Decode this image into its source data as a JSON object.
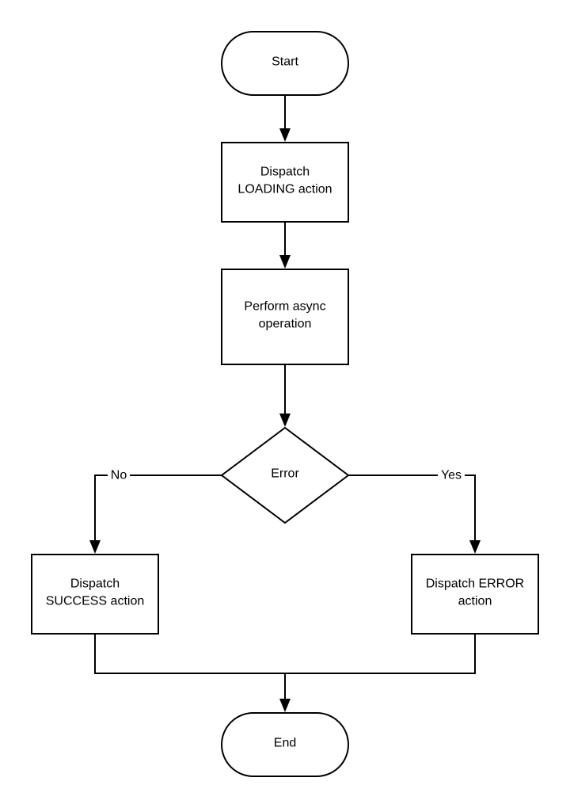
{
  "flowchart": {
    "nodes": {
      "start": {
        "shape": "terminator",
        "lines": [
          "Start"
        ]
      },
      "dispatch_loading": {
        "shape": "process",
        "lines": [
          "Dispatch",
          "LOADING action"
        ]
      },
      "perform_async": {
        "shape": "process",
        "lines": [
          "Perform async",
          "operation"
        ]
      },
      "error_decision": {
        "shape": "decision",
        "lines": [
          "Error"
        ]
      },
      "dispatch_success": {
        "shape": "process",
        "lines": [
          "Dispatch",
          "SUCCESS action"
        ]
      },
      "dispatch_error": {
        "shape": "process",
        "lines": [
          "Dispatch ERROR",
          "action"
        ]
      },
      "end": {
        "shape": "terminator",
        "lines": [
          "End"
        ]
      }
    },
    "edges": [
      {
        "from": "start",
        "to": "dispatch_loading",
        "label": ""
      },
      {
        "from": "dispatch_loading",
        "to": "perform_async",
        "label": ""
      },
      {
        "from": "perform_async",
        "to": "error_decision",
        "label": ""
      },
      {
        "from": "error_decision",
        "to": "dispatch_success",
        "label": "No"
      },
      {
        "from": "error_decision",
        "to": "dispatch_error",
        "label": "Yes"
      },
      {
        "from": "dispatch_success",
        "to": "end",
        "label": ""
      },
      {
        "from": "dispatch_error",
        "to": "end",
        "label": ""
      }
    ]
  }
}
